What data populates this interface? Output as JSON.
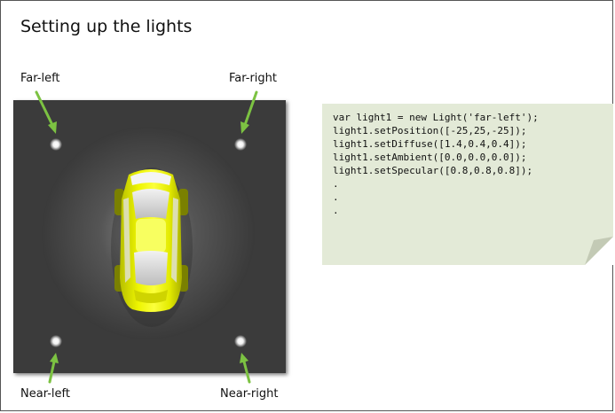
{
  "title": "Setting up the lights",
  "labels": {
    "far_left": "Far-left",
    "far_right": "Far-right",
    "near_left": "Near-left",
    "near_right": "Near-right"
  },
  "code": {
    "lines": [
      "var light1 = new Light('far-left');",
      "light1.setPosition([-25,25,-25]);",
      "light1.setDiffuse([1.4,0.4,0.4]);",
      "light1.setAmbient([0.0,0.0,0.0]);",
      "light1.setSpecular([0.8,0.8,0.8]);",
      ".",
      ".",
      "."
    ]
  },
  "colors": {
    "arrow": "#7cc242",
    "note_background": "#e3ead7",
    "scene_background": "#3a3a3a",
    "car_body": "#e8f000"
  }
}
